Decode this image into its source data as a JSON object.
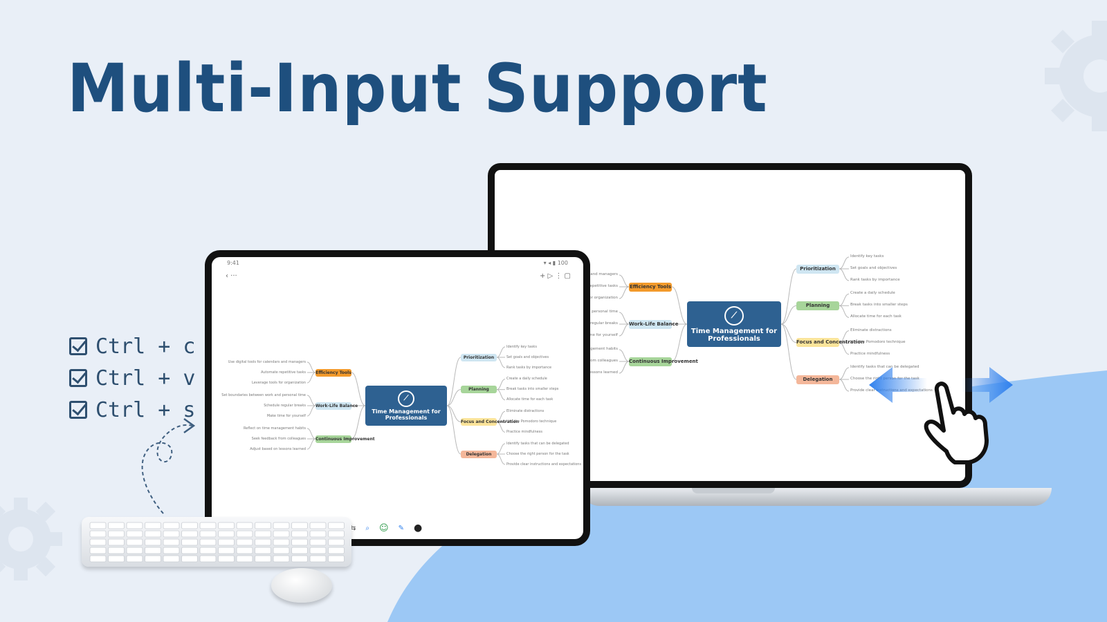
{
  "headline": "Multi-Input Support",
  "shortcuts": [
    "Ctrl + c",
    "Ctrl + v",
    "Ctrl + s"
  ],
  "colors": {
    "background": "#e9eff7",
    "headline": "#1e4f7e",
    "accent_blue": "#9cc8f5",
    "center_node": "#2e6191",
    "branch_orange": "#f39a2b",
    "branch_lightblue": "#cfe6f2",
    "branch_green": "#a7d59a",
    "branch_yellow": "#fbe49a",
    "branch_salmon": "#f4b79a",
    "arrow_blue": "#2f80ed"
  },
  "icons": {
    "checkbox": "checkbox-checked-icon",
    "hand": "pointer-hand-icon",
    "arrows": "left-right-arrows-icon",
    "gear": "gear-icon",
    "mindmap_logo": "compass-icon"
  },
  "tablet": {
    "status_time": "9:41",
    "status_right": "▾ ◂ ▮ 100",
    "nav_left": "‹  ···",
    "nav_right": "+  ▷  ⋮  ▢",
    "bottom_bar": [
      "⇆",
      "⌕",
      "☺",
      "✎",
      "●"
    ],
    "mindmap": {
      "center": "Time Management for Professionals",
      "left_branches": [
        {
          "label": "Efficiency Tools",
          "color": "#f39a2b",
          "leaves": [
            "Use digital tools for calendars and managers",
            "Automate repetitive tasks",
            "Leverage tools for organization"
          ]
        },
        {
          "label": "Work-Life Balance",
          "color": "#cfe6f2",
          "leaves": [
            "Set boundaries between work and personal time",
            "Schedule regular breaks",
            "Make time for yourself"
          ]
        },
        {
          "label": "Continuous Improvement",
          "color": "#a7d59a",
          "leaves": [
            "Reflect on time management habits",
            "Seek feedback from colleagues",
            "Adjust based on lessons learned"
          ]
        }
      ],
      "right_branches": [
        {
          "label": "Prioritization",
          "color": "#cfe6f2",
          "leaves": [
            "Identify key tasks",
            "Set goals and objectives",
            "Rank tasks by importance"
          ]
        },
        {
          "label": "Planning",
          "color": "#a7d59a",
          "leaves": [
            "Create a daily schedule",
            "Break tasks into smaller steps",
            "Allocate time for each task"
          ]
        },
        {
          "label": "Focus and Concentration",
          "color": "#fbe49a",
          "leaves": [
            "Eliminate distractions",
            "Use the Pomodoro technique",
            "Practice mindfulness"
          ]
        },
        {
          "label": "Delegation",
          "color": "#f4b79a",
          "leaves": [
            "Identify tasks that can be delegated",
            "Choose the right person for the task",
            "Provide clear instructions and expectations"
          ]
        }
      ]
    }
  }
}
